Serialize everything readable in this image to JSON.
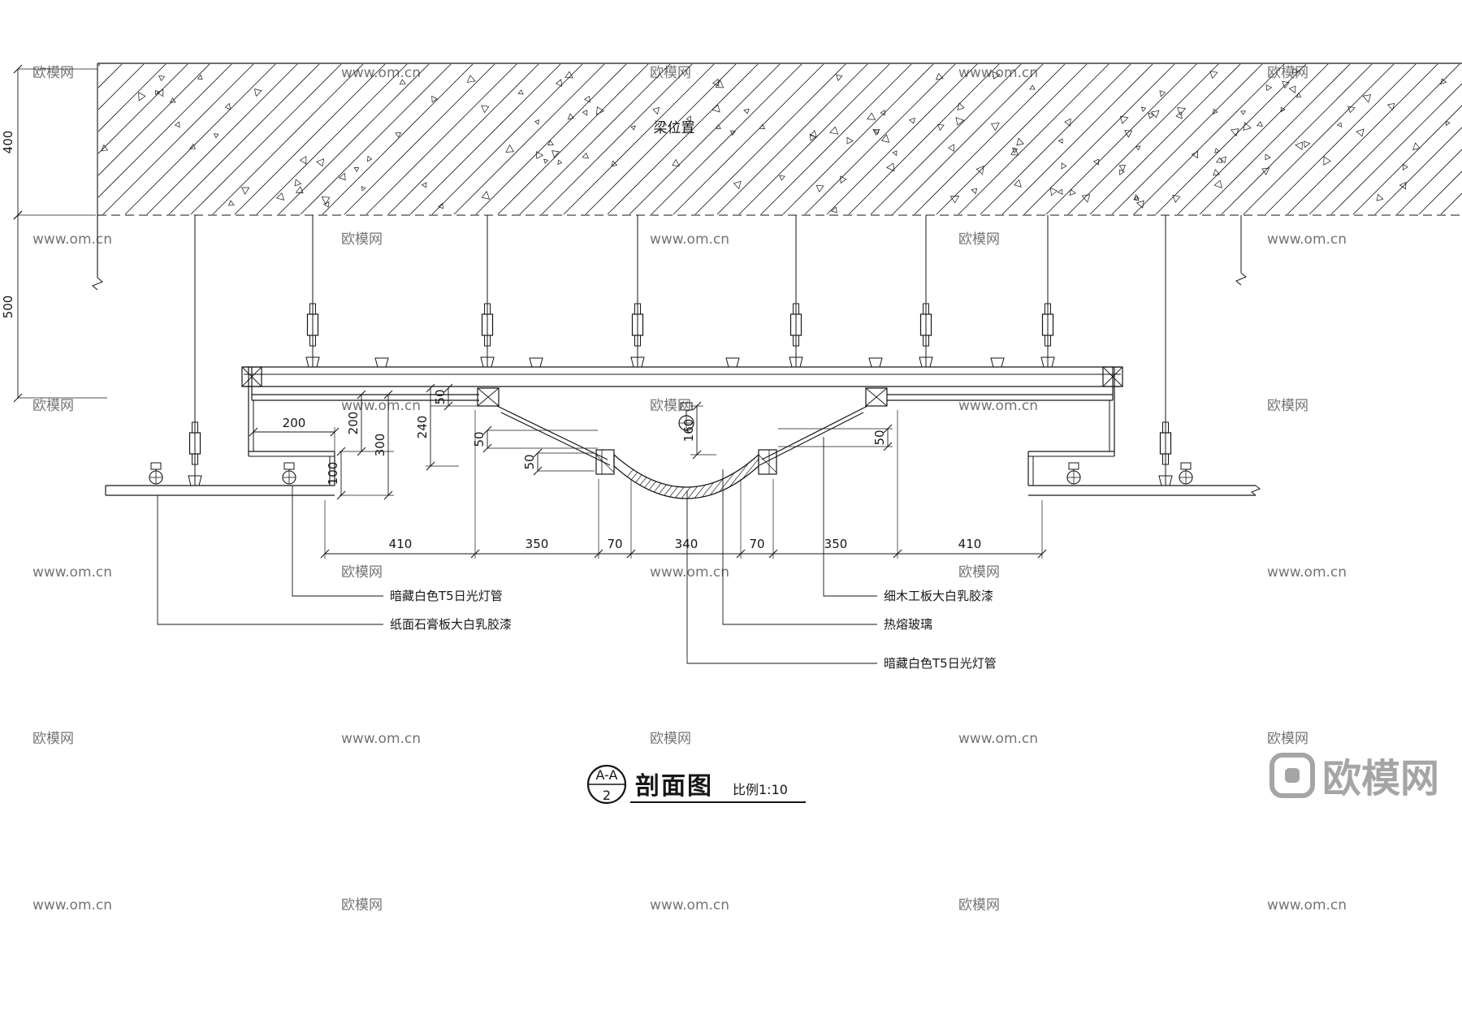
{
  "slab": {
    "label": "梁位置"
  },
  "dimensions": {
    "left_vertical": [
      "400",
      "500"
    ],
    "bottom_chain": [
      "410",
      "350",
      "70",
      "340",
      "70",
      "350",
      "410"
    ],
    "trough_width": "200",
    "upper_step": "200",
    "total_drop": "300",
    "lower_step": "100",
    "cove_depth": "240",
    "center_drop": "160",
    "small_gap": "50"
  },
  "annotations": {
    "left": [
      "暗藏白色T5日光灯管",
      "纸面石膏板大白乳胶漆"
    ],
    "right": [
      "细木工板大白乳胶漆",
      "热熔玻璃",
      "暗藏白色T5日光灯管"
    ]
  },
  "title_block": {
    "detail_ref": "A-A",
    "detail_number": "2",
    "title": "剖面图",
    "scale_label": "比例1:10"
  },
  "watermark": {
    "brand": "欧模网",
    "site": "www.om.cn"
  }
}
